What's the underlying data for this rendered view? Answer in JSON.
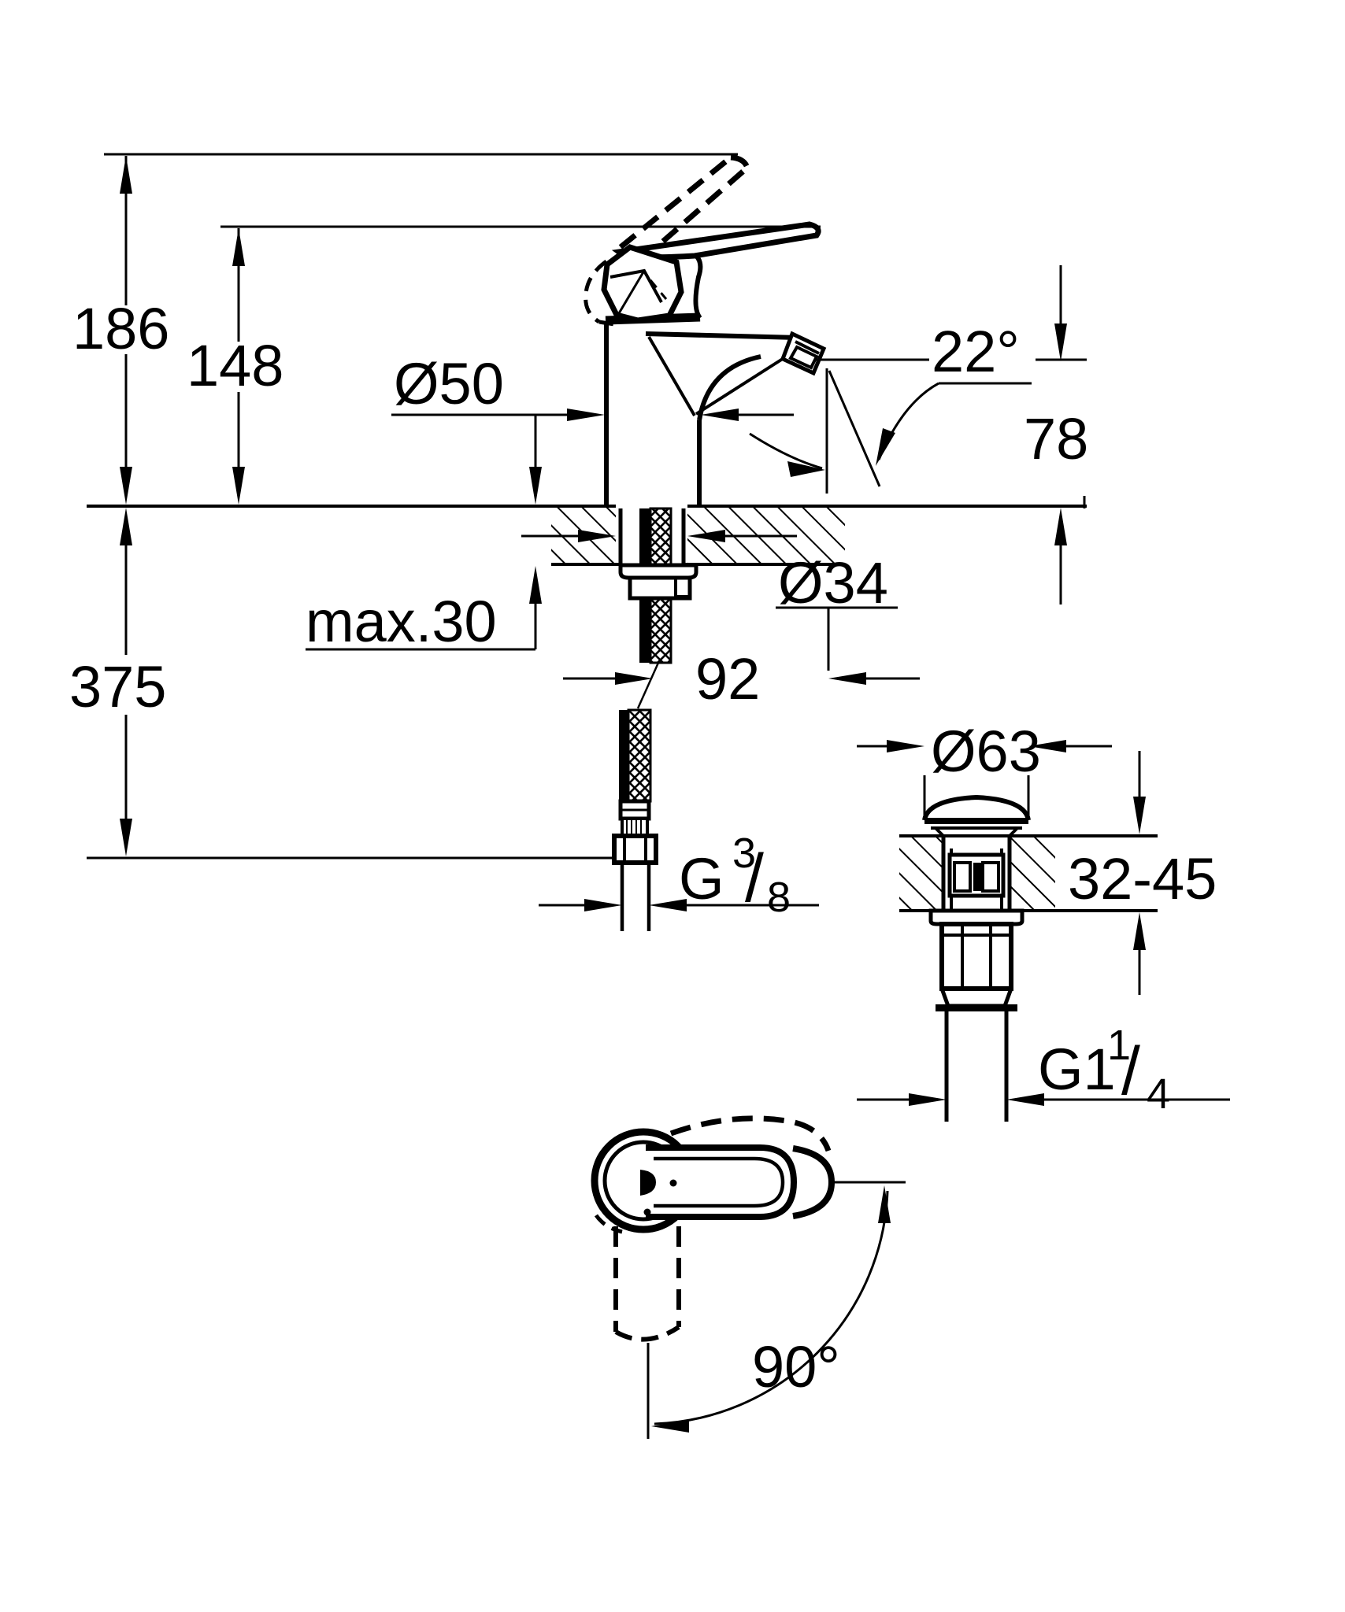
{
  "drawing": {
    "background": "#ffffff",
    "ink": "#000000",
    "side_view": {
      "overall_height": "186",
      "spout_tip_height": "148",
      "base_diameter": "Ø50",
      "spray_angle": "22°",
      "spout_outlet_height": "78",
      "max_deck_thickness": "max.30",
      "hole_diameter": "Ø34",
      "hose_drop_length": "375",
      "hose_offset": "92",
      "supply_thread": {
        "prefix": "G",
        "numerator": "3",
        "slash": "/",
        "denominator": "8"
      }
    },
    "waste_view": {
      "plug_diameter": "Ø63",
      "basin_thickness_range": "32-45",
      "waste_thread": {
        "prefix": "G1",
        "numerator": "1",
        "slash": "/",
        "denominator": "4"
      }
    },
    "top_view": {
      "handle_swivel_angle": "90°"
    }
  }
}
